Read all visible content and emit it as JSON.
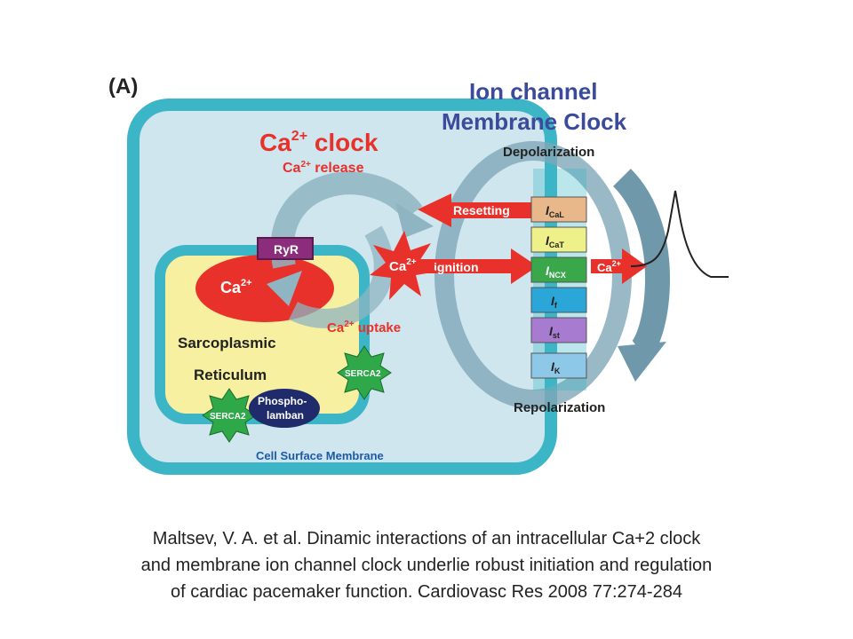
{
  "panel_label": "(A)",
  "membrane_clock": {
    "line1": "Ion channel",
    "line2": "Membrane Clock"
  },
  "ca_clock": {
    "title": "Ca",
    "title_sup": "2+",
    "title_suffix": " clock",
    "release": "Ca",
    "release_sup": "2+",
    "release_suffix": " release"
  },
  "labels": {
    "depolarization": "Depolarization",
    "repolarization": "Repolarization",
    "resetting": "Resetting",
    "ignition": "ignition",
    "ryr": "RyR",
    "sr_ca": "Ca",
    "sr_ca_sup": "2+",
    "spark_ca": "Ca",
    "spark_ca_sup": "2+",
    "uptake_ca": "Ca",
    "uptake_ca_sup": "2+",
    "uptake_suffix": " uptake",
    "out_ca": "Ca",
    "out_ca_sup": "2+",
    "sr_line1": "Sarcoplasmic",
    "sr_line2": "Reticulum",
    "serca_upper": "SERCA2",
    "serca_lower": "SERCA2",
    "phospholamban_line1": "Phospho-",
    "phospholamban_line2": "lamban",
    "cell_membrane": "Cell Surface Membrane"
  },
  "currents": [
    {
      "main": "I",
      "sub": "CaL",
      "color": "#e8b88a"
    },
    {
      "main": "I",
      "sub": "CaT",
      "color": "#eef08a"
    },
    {
      "main": "I",
      "sub": "NCX",
      "color": "#3aa84a"
    },
    {
      "main": "I",
      "sub": "f",
      "color": "#2aa6d8"
    },
    {
      "main": "I",
      "sub": "st",
      "color": "#a77bd0"
    },
    {
      "main": "I",
      "sub": "K",
      "color": "#8ec8e8"
    }
  ],
  "colors": {
    "cell_fill": "#cfe6ee",
    "membrane": "#3cb6c6",
    "sr_fill": "#f6f0a0",
    "red": "#e8312a",
    "blue_title": "#3b4a9a",
    "arrow_blue": "#8fb4c2"
  },
  "caption": {
    "line1": "Maltsev, V. A. et al. Dinamic interactions of an intracellular Ca+2 clock",
    "line2": "and membrane ion channel clock underlie robust initiation and regulation",
    "line3": "of cardiac pacemaker function. Cardiovasc Res 2008 77:274-284"
  }
}
